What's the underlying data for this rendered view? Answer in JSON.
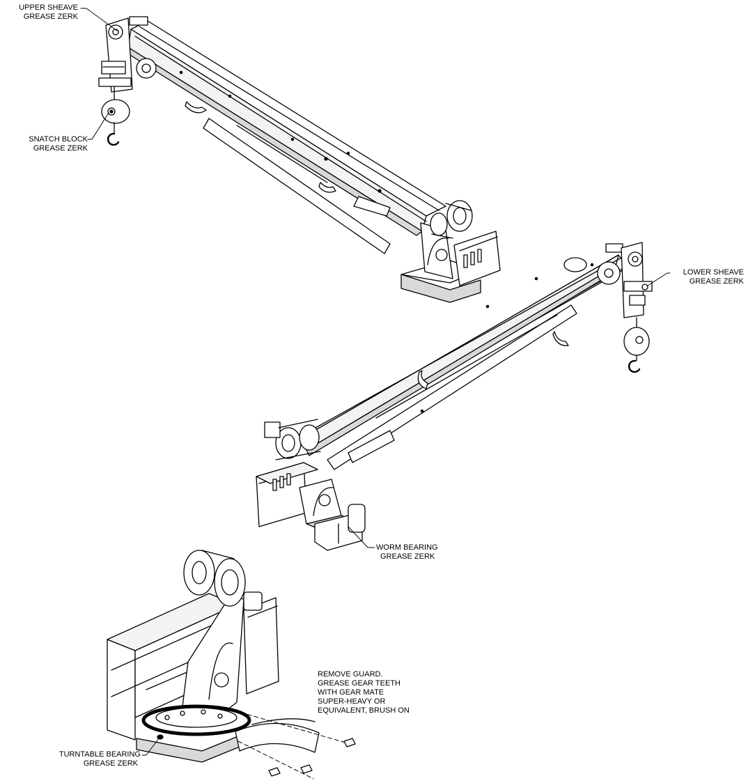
{
  "colors": {
    "ink": "#000000",
    "paper": "#ffffff",
    "fill_light": "#f3f3f3",
    "fill_mid": "#d9d9d9"
  },
  "callouts": {
    "upper_sheave": {
      "line1": "UPPER SHEAVE",
      "line2": "GREASE ZERK"
    },
    "snatch_block": {
      "line1": "SNATCH BLOCK",
      "line2": "GREASE ZERK"
    },
    "lower_sheave": {
      "line1": "LOWER SHEAVE",
      "line2": "GREASE ZERK"
    },
    "worm_bearing": {
      "line1": "WORM BEARING",
      "line2": "GREASE ZERK"
    },
    "turntable_bearing": {
      "line1": "TURNTABLE BEARING",
      "line2": "GREASE ZERK"
    },
    "gear_teeth_note": {
      "line1": "REMOVE GUARD.",
      "line2": "GREASE GEAR TEETH",
      "line3": "WITH GEAR MATE",
      "line4": "SUPER-HEAVY OR",
      "line5": "EQUIVALENT, BRUSH ON"
    }
  }
}
